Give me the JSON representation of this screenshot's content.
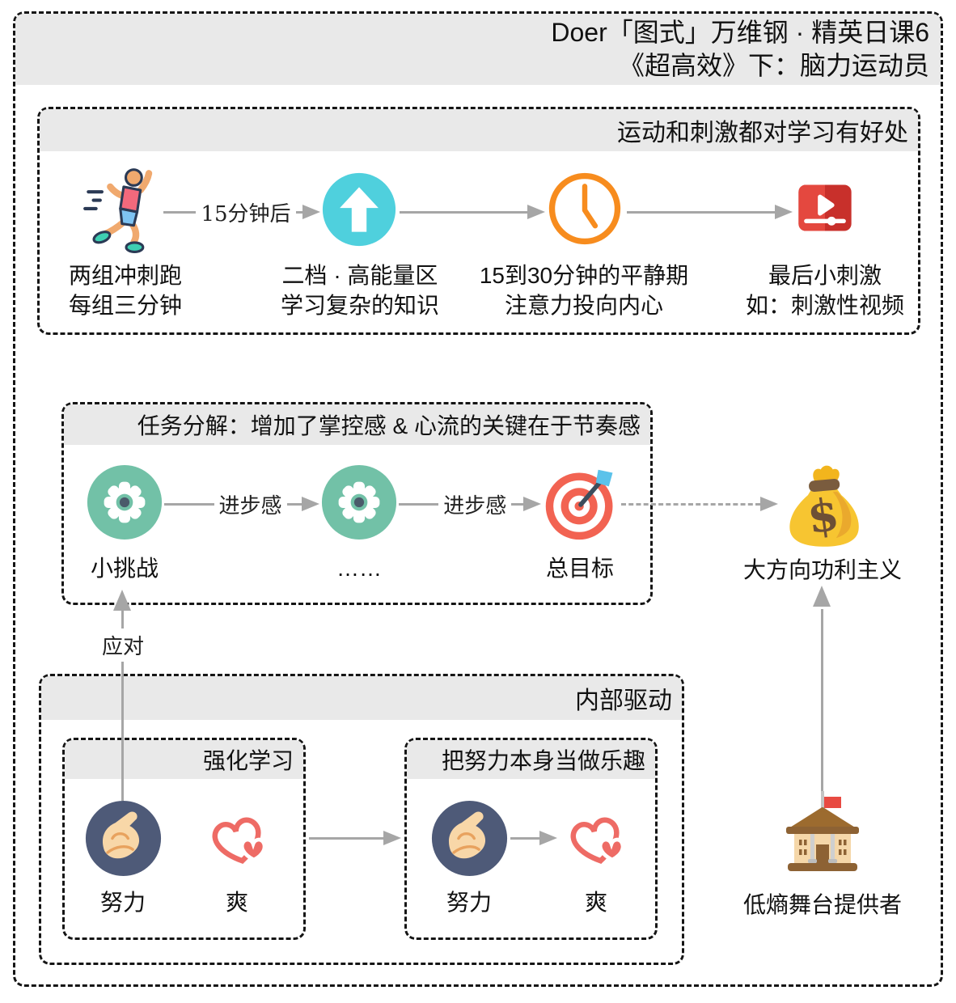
{
  "page_header": {
    "line1": "Doer「图式」万维钢 · 精英日课6",
    "line2": "《超高效》下：脑力运动员"
  },
  "exercise_box": {
    "title": "运动和刺激都对学习有好处",
    "arrow_label": "15分钟后",
    "steps": [
      {
        "icon": "runner-icon",
        "label": "两组冲刺跑\n每组三分钟"
      },
      {
        "icon": "up-arrow-circle-icon",
        "label": "二档 · 高能量区\n学习复杂的知识"
      },
      {
        "icon": "clock-icon",
        "label": "15到30分钟的平静期\n注意力投向内心"
      },
      {
        "icon": "video-play-icon",
        "label": "最后小刺激\n如：刺激性视频"
      }
    ]
  },
  "task_box": {
    "title": "任务分解：增加了掌控感 & 心流的关键在于节奏感",
    "arrow_label_1": "进步感",
    "arrow_label_2": "进步感",
    "small_challenge_label": "小挑战",
    "ellipsis_label": "……",
    "goal_label": "总目标"
  },
  "utilitarian_label": "大方向功利主义",
  "cope_arrow_label": "应对",
  "drive_box": {
    "title": "内部驱动",
    "reinforce_box": {
      "title": "强化学习",
      "effort_label": "努力",
      "fun_label": "爽"
    },
    "enjoy_box": {
      "title": "把努力本身当做乐趣",
      "effort_label": "努力",
      "fun_label": "爽"
    }
  },
  "stage_label": "低熵舞台提供者",
  "colors": {
    "header_strip": "#e9e9e9",
    "border": "#151515",
    "arrow": "#a6a6a6",
    "teal_circle": "#4fd0dd",
    "gear_green": "#72c1a7",
    "clock_orange": "#f78c1e",
    "video_red": "#c8302b",
    "target_red": "#f26352",
    "money_yellow": "#f7c531",
    "muscle_navy": "#4e5a78",
    "heart_coral": "#ee6b65",
    "building_brown": "#8d6234"
  }
}
